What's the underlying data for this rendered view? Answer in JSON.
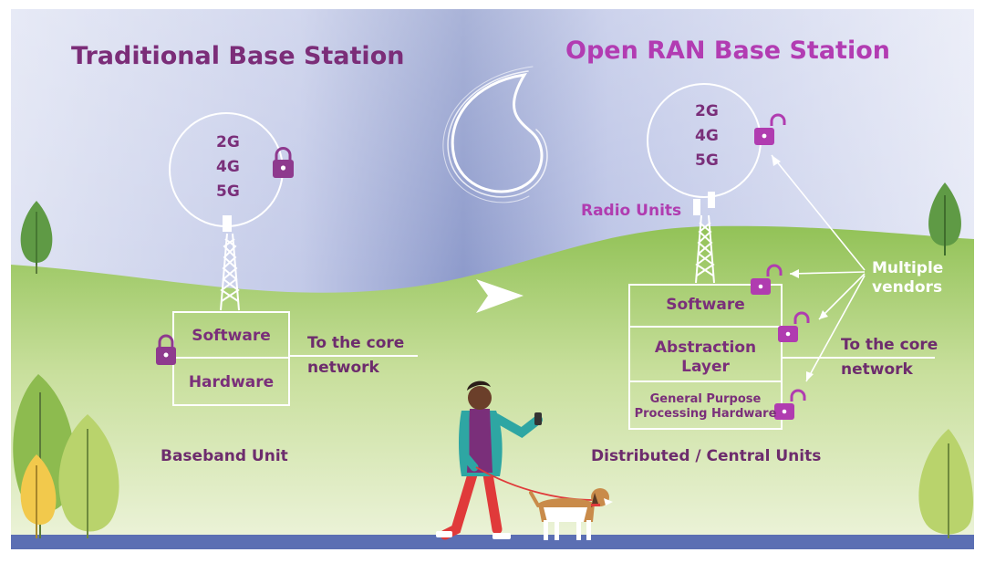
{
  "colors": {
    "purple": "#7a2f7a",
    "magenta": "#b23cb2",
    "lock": "#8e3a8e",
    "grass": "#9bc95f",
    "road": "#5b6fb3"
  },
  "traditional": {
    "title": "Traditional Base Station",
    "generations": [
      "2G",
      "4G",
      "5G"
    ],
    "software": "Software",
    "hardware": "Hardware",
    "core_line1": "To the core",
    "core_line2": "network",
    "unit_label": "Baseband Unit"
  },
  "open_ran": {
    "title": "Open RAN Base Station",
    "generations": [
      "2G",
      "4G",
      "5G"
    ],
    "radio_units": "Radio Units",
    "software": "Software",
    "abstraction_line1": "Abstraction",
    "abstraction_line2": "Layer",
    "gp_line1": "General Purpose",
    "gp_line2": "Processing Hardware",
    "core_line1": "To the core",
    "core_line2": "network",
    "vendors_line1": "Multiple",
    "vendors_line2": "vendors",
    "unit_label": "Distributed / Central Units"
  },
  "icons": [
    "vodafone-logo-icon",
    "padlock-closed-icon",
    "padlock-open-icon",
    "arrow-right-icon"
  ]
}
